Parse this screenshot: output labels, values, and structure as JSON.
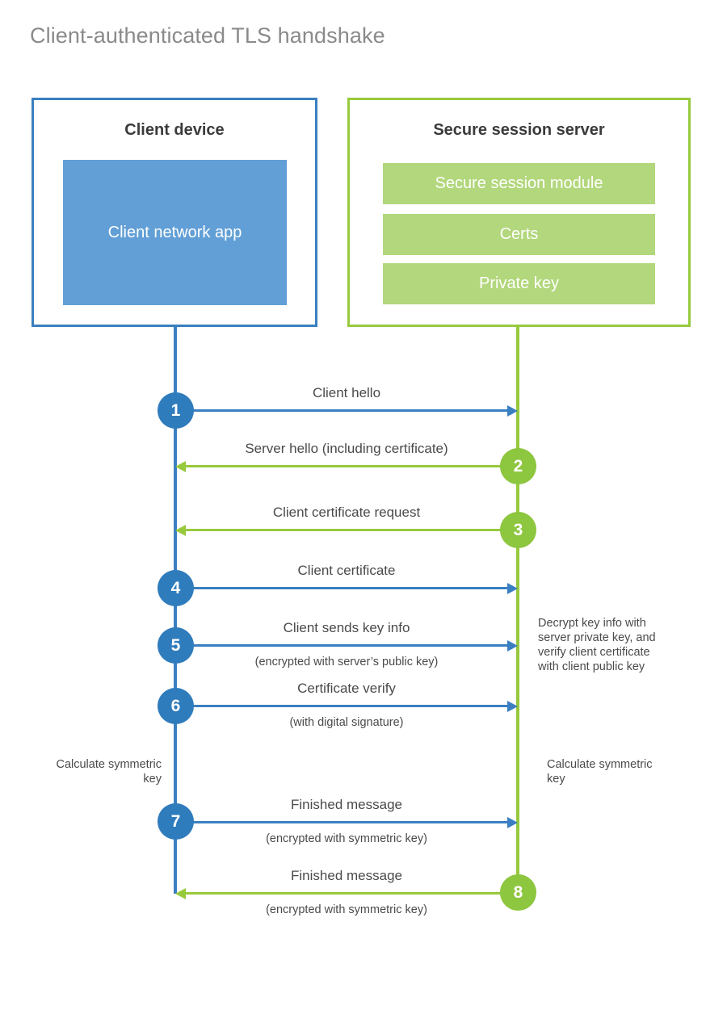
{
  "title": "Client-authenticated TLS handshake",
  "parties": {
    "client": {
      "title": "Client device",
      "app_label": "Client network app"
    },
    "server": {
      "title": "Secure session server",
      "blocks": [
        "Secure session module",
        "Certs",
        "Private key"
      ]
    }
  },
  "colors": {
    "blue_border": "#3a7fc1",
    "blue_fill": "#619fd6",
    "blue_circle": "#2f7cbd",
    "green_border": "#97c93d",
    "green_fill": "#b2d77c",
    "green_circle": "#8dc63f",
    "title_text": "#8a8a8a",
    "body_text": "#4a4a4a"
  },
  "steps": [
    {
      "number": "1",
      "label": "Client hello",
      "sublabel": "",
      "direction": "client-to-server",
      "color": "blue"
    },
    {
      "number": "2",
      "label": "Server hello (including certificate)",
      "sublabel": "",
      "direction": "server-to-client",
      "color": "green"
    },
    {
      "number": "3",
      "label": "Client certificate request",
      "sublabel": "",
      "direction": "server-to-client",
      "color": "green"
    },
    {
      "number": "4",
      "label": "Client certificate",
      "sublabel": "",
      "direction": "client-to-server",
      "color": "blue"
    },
    {
      "number": "5",
      "label": "Client sends key info",
      "sublabel": "(encrypted with server’s public key)",
      "direction": "client-to-server",
      "color": "blue"
    },
    {
      "number": "6",
      "label": "Certificate verify",
      "sublabel": "(with digital signature)",
      "direction": "client-to-server",
      "color": "blue"
    },
    {
      "number": "7",
      "label": "Finished message",
      "sublabel": "(encrypted with symmetric key)",
      "direction": "client-to-server",
      "color": "blue"
    },
    {
      "number": "8",
      "label": "Finished message",
      "sublabel": "(encrypted with symmetric key)",
      "direction": "server-to-client",
      "color": "green"
    }
  ],
  "notes": {
    "server_decrypt": "Decrypt key info with server private key, and verify client certificate with client public key",
    "client_calculate": "Calculate symmetric key",
    "server_calculate": "Calculate symmetric key"
  }
}
